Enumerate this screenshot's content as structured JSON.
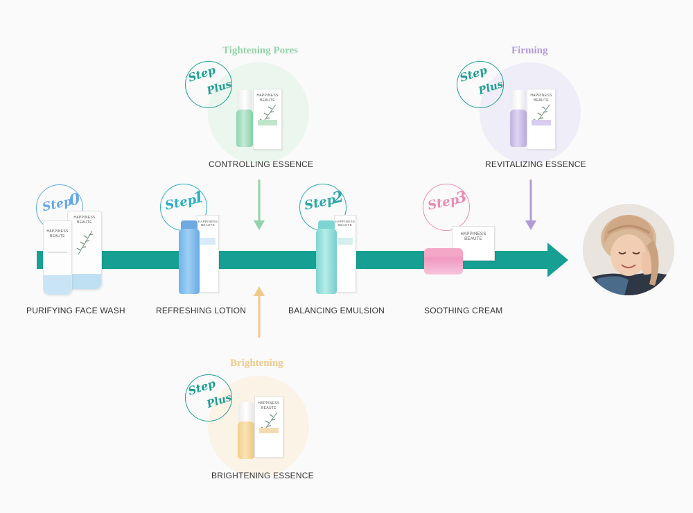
{
  "products": {
    "step0": {
      "badge_word": "Step",
      "badge_num": "0",
      "label": "PURIFYING FACE WASH"
    },
    "step1": {
      "badge_word": "Step",
      "badge_num": "1",
      "label": "REFRESHING LOTION"
    },
    "step2": {
      "badge_word": "Step",
      "badge_num": "2",
      "label": "BALANCING EMULSION"
    },
    "step3": {
      "badge_word": "Step",
      "badge_num": "3",
      "label": "SOOTHING CREAM"
    }
  },
  "plus": {
    "pores": {
      "title": "Tightening Pores",
      "badge_word": "Step",
      "badge_plus": "Plus",
      "label": "CONTROLLING ESSENCE"
    },
    "firming": {
      "title": "Firming",
      "badge_word": "Step",
      "badge_plus": "Plus",
      "label": "REVITALIZING ESSENCE"
    },
    "brightening": {
      "title": "Brightening",
      "badge_word": "Step",
      "badge_plus": "Plus",
      "label": "BRIGHTENING ESSENCE"
    }
  },
  "brand": {
    "line1": "HAPPINESS",
    "line2": "BEAUTE"
  },
  "colors": {
    "flow_arrow": "#15a093",
    "step0": "#62a8e6",
    "step1": "#2bb0c4",
    "step2": "#2ba7a7",
    "step3": "#e88cb3",
    "plus_badge": "#1d9e92",
    "pores": "#93d3a8",
    "firming": "#b19ad6",
    "brightening": "#f0c98a"
  }
}
